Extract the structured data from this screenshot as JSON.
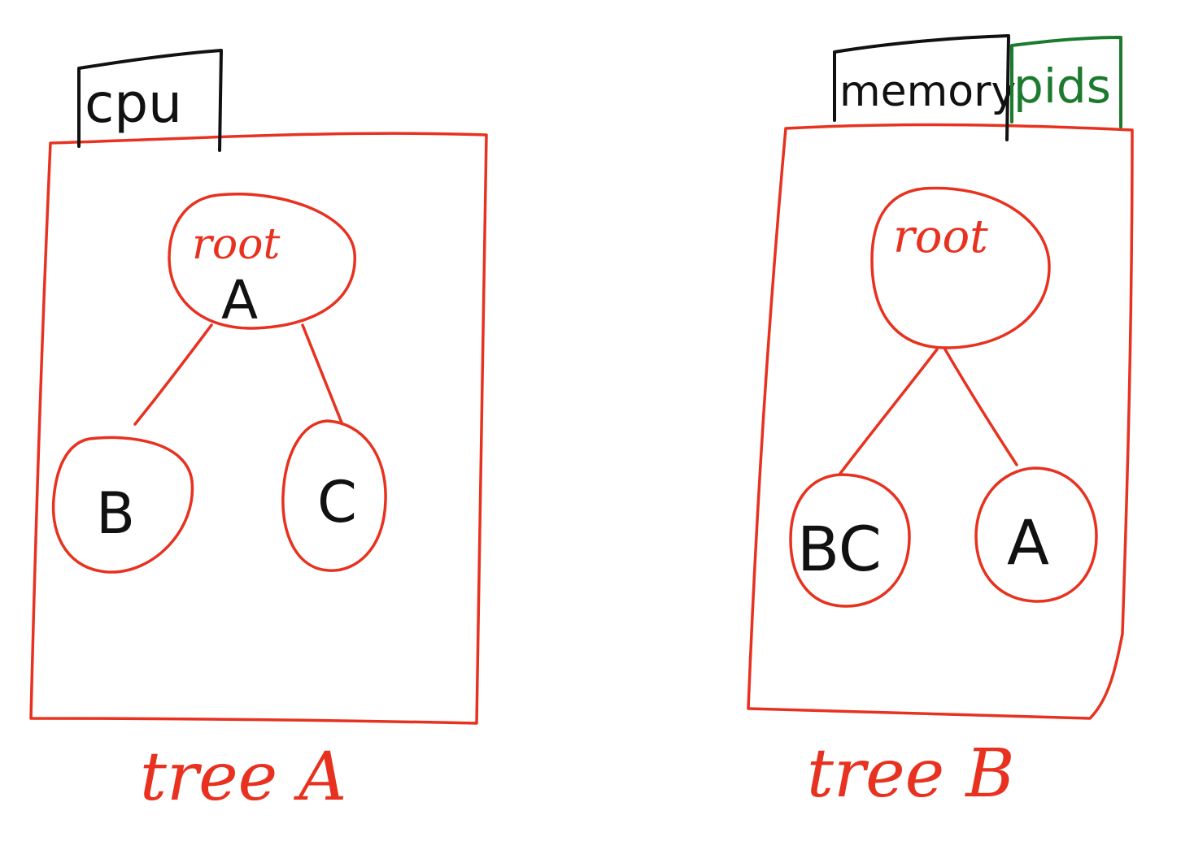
{
  "colors": {
    "red": "#e8311f",
    "black": "#111111",
    "green": "#1c7a2e",
    "background": "#ffffff"
  },
  "tree_a": {
    "caption": "tree A",
    "tabs": [
      {
        "label": "cpu",
        "color": "#111111"
      }
    ],
    "root": {
      "label": "root",
      "content": "A"
    },
    "children": [
      {
        "label": "B"
      },
      {
        "label": "C"
      }
    ]
  },
  "tree_b": {
    "caption": "tree B",
    "tabs": [
      {
        "label": "memory",
        "color": "#111111"
      },
      {
        "label": "pids",
        "color": "#1c7a2e"
      }
    ],
    "root": {
      "label": "root",
      "content": ""
    },
    "children": [
      {
        "label": "BC"
      },
      {
        "label": "A"
      }
    ]
  }
}
